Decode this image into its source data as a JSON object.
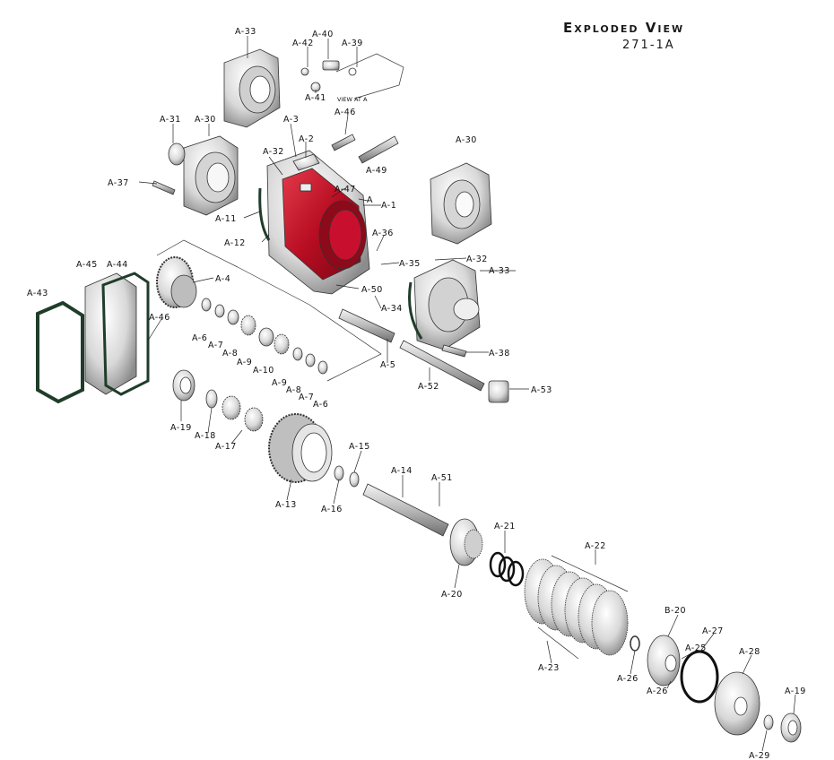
{
  "header": {
    "title": "Exploded View",
    "model": "271-1A"
  },
  "view_at_a": "VIEW AT A",
  "labels": {
    "A33a": "A-33",
    "A42": "A-42",
    "A40": "A-40",
    "A39": "A-39",
    "A41": "A-41",
    "A31": "A-31",
    "A30a": "A-30",
    "A3": "A-3",
    "A46a": "A-46",
    "A2": "A-2",
    "A32a": "A-32",
    "A30b": "A-30",
    "A49": "A-49",
    "A37": "A-37",
    "A47": "A-47",
    "A": "A",
    "A1": "A-1",
    "A11": "A-11",
    "A12": "A-12",
    "A36": "A-36",
    "A32b": "A-32",
    "A35": "A-35",
    "A33b": "A-33",
    "A45": "A-45",
    "A44": "A-44",
    "A4": "A-4",
    "A43": "A-43",
    "A50": "A-50",
    "A34": "A-34",
    "A46b": "A-46",
    "A6a": "A-6",
    "A7a": "A-7",
    "A8a": "A-8",
    "A9a": "A-9",
    "A10": "A-10",
    "A9b": "A-9",
    "A8b": "A-8",
    "A7b": "A-7",
    "A6b": "A-6",
    "A38": "A-38",
    "A5": "A-5",
    "A52": "A-52",
    "A53": "A-53",
    "A19a": "A-19",
    "A18": "A-18",
    "A17": "A-17",
    "A15": "A-15",
    "A13": "A-13",
    "A16": "A-16",
    "A14": "A-14",
    "A51": "A-51",
    "A21": "A-21",
    "A22": "A-22",
    "A20": "A-20",
    "B20": "B-20",
    "A27": "A-27",
    "A23": "A-23",
    "A26a": "A-26",
    "A25": "A-25",
    "A28": "A-28",
    "A26b": "A-26",
    "A19b": "A-19",
    "A29": "A-29"
  },
  "colors": {
    "housing": "#c8102e",
    "metal": "#d9d9d9",
    "gasket": "#1f3d2a",
    "line": "#222222"
  }
}
